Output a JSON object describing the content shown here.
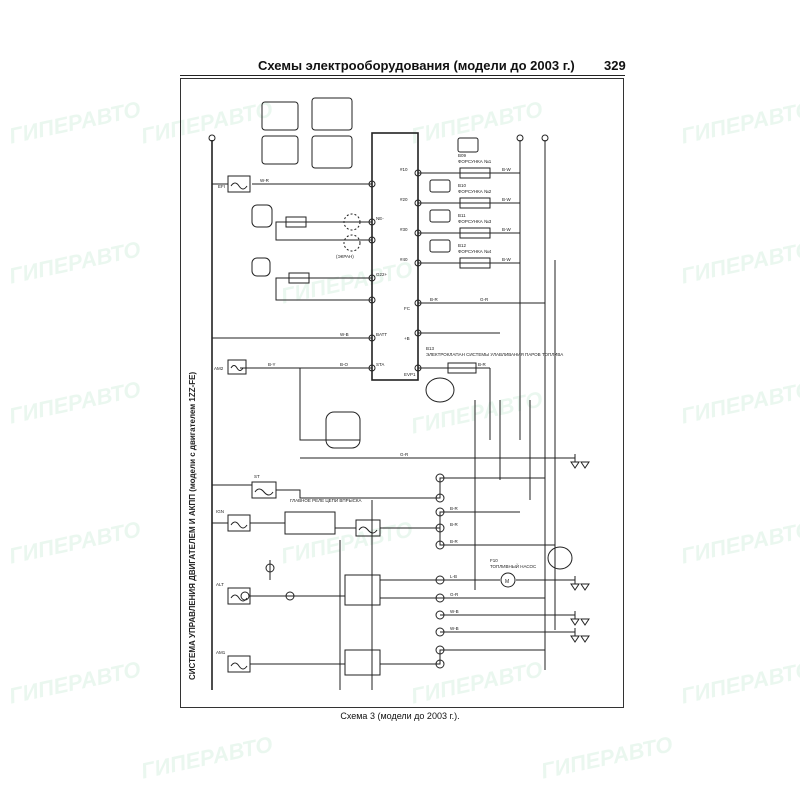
{
  "header": {
    "title": "Схемы электрооборудования (модели до 2003 г.)",
    "page_number": "329"
  },
  "side_title": "СИСТЕМА УПРАВЛЕНИЯ ДВИГАТЕЛЕМ И АКПП (модели с двигателем 1ZZ-FE)",
  "caption": "Схема 3 (модели до 2003 г.).",
  "watermark": "ГИПЕРАВТО",
  "diagram": {
    "injectors": [
      {
        "code": "B09",
        "label": "ФОРСУНКА №1",
        "pin": "#10",
        "wire": "B-W"
      },
      {
        "code": "B10",
        "label": "ФОРСУНКА №2",
        "pin": "#20",
        "wire": "B-W"
      },
      {
        "code": "B11",
        "label": "ФОРСУНКА №3",
        "pin": "#30",
        "wire": "B-W"
      },
      {
        "code": "B12",
        "label": "ФОРСУНКА №4",
        "pin": "#40",
        "wire": "B-W"
      }
    ],
    "evap_valve": {
      "code": "B13",
      "label": "ЭЛЕКТРОКЛАПАН СИСТЕМЫ УЛАВЛИВАНИЯ ПАРОВ ТОПЛИВА",
      "pin": "EVP1",
      "wire": "B-R"
    },
    "ecu_pins": [
      "FC",
      "+B",
      "BATT",
      "STA",
      "NE-",
      "G22+"
    ],
    "main_relay": "ГЛАВНОЕ РЕЛЕ ЦЕПИ ВПРЫСКА",
    "fuel_pump": {
      "code": "F10",
      "label": "ТОПЛИВНЫЙ НАСОС"
    },
    "shielded": "(ЭКРАН)",
    "wires": [
      "B-R",
      "G-R",
      "B-W",
      "L-B",
      "W-B",
      "B-Y",
      "B-O",
      "G-R",
      "L-B",
      "W-B",
      "W-R"
    ],
    "fuses": [
      "EFI",
      "AM2",
      "ST",
      "IGN",
      "ALT",
      "AM1"
    ]
  }
}
